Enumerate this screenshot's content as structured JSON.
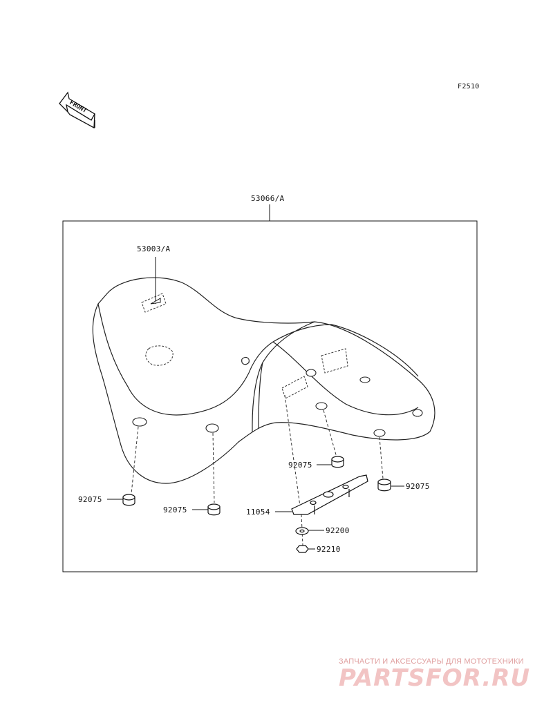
{
  "figure_code": "F2510",
  "front_label": "FRONT",
  "parts": {
    "assembly": "53066/A",
    "seat_cover": "53003/A",
    "damper_left_front": "92075",
    "damper_left_rear": "92075",
    "damper_center": "92075",
    "damper_right": "92075",
    "bracket": "11054",
    "washer": "92200",
    "nut": "92210"
  },
  "watermark": {
    "tagline": "ЗАПЧАСТИ И АКСЕССУАРЫ ДЛЯ МОТОТЕХНИКИ",
    "logo": "PARTSFOR.RU"
  },
  "colors": {
    "line": "#111111",
    "watermark": "#f2c4c4"
  }
}
